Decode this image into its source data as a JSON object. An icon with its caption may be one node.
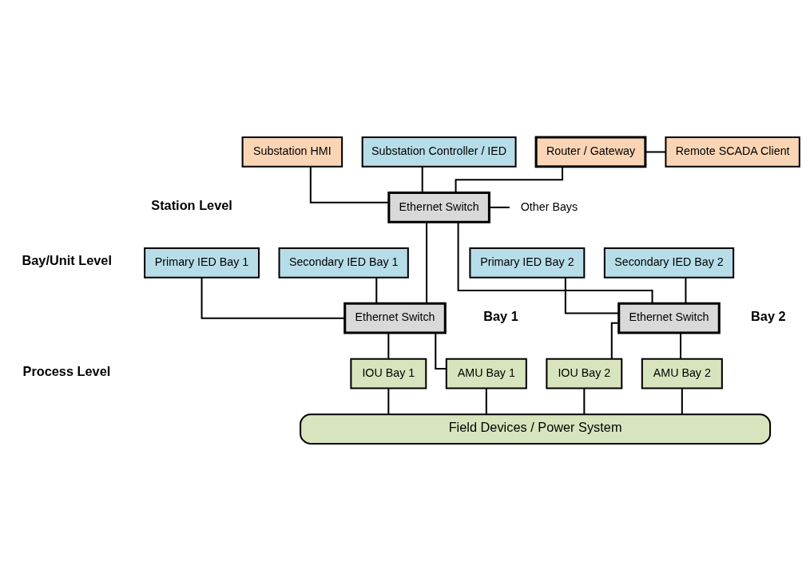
{
  "diagram": {
    "nodes": [
      {
        "text": [
          "Substation HMI"
        ]
      },
      {
        "text": [
          "Substation Controller / IED"
        ]
      },
      {
        "text": [
          "Router / Gateway"
        ]
      },
      {
        "text": [
          "Remote SCADA Client"
        ]
      },
      {
        "text": [
          "Ethernet Switch"
        ]
      },
      {
        "text": [
          "Other Bays"
        ]
      },
      {
        "text": [
          "Primary IED Bay 1"
        ]
      },
      {
        "text": [
          "Secondary IED Bay 1"
        ]
      },
      {
        "text": [
          "Primary IED Bay 2"
        ]
      },
      {
        "text": [
          "Secondary IED Bay 2"
        ]
      },
      {
        "text": [
          "Ethernet Switch"
        ]
      },
      {
        "text": [
          "Ethernet Switch"
        ]
      },
      {
        "text": [
          "IOU Bay 1"
        ]
      },
      {
        "text": [
          "AMU Bay 1"
        ]
      },
      {
        "text": [
          "IOU Bay 2"
        ]
      },
      {
        "text": [
          "AMU Bay 2"
        ]
      },
      {
        "text": [
          "Field Devices / Power System"
        ]
      }
    ],
    "edges": [
      {
        "from": 0,
        "to": 4,
        "arrow": "none"
      },
      {
        "from": 1,
        "to": 4,
        "arrow": "none"
      },
      {
        "from": 2,
        "to": 4,
        "arrow": "none"
      },
      {
        "from": 2,
        "to": 3,
        "arrow": "none"
      },
      {
        "from": 4,
        "to": 5,
        "arrow": "none"
      },
      {
        "from": 4,
        "to": 10,
        "arrow": "none"
      },
      {
        "from": 4,
        "to": 11,
        "arrow": "none"
      },
      {
        "from": 6,
        "to": 10,
        "arrow": "none"
      },
      {
        "from": 7,
        "to": 10,
        "arrow": "none"
      },
      {
        "from": 8,
        "to": 11,
        "arrow": "none"
      },
      {
        "from": 9,
        "to": 11,
        "arrow": "none"
      },
      {
        "from": 10,
        "to": 12,
        "arrow": "none"
      },
      {
        "from": 10,
        "to": 13,
        "arrow": "none"
      },
      {
        "from": 11,
        "to": 14,
        "arrow": "none"
      },
      {
        "from": 11,
        "to": 15,
        "arrow": "none"
      },
      {
        "from": 12,
        "to": 16,
        "arrow": "none"
      },
      {
        "from": 13,
        "to": 16,
        "arrow": "none"
      },
      {
        "from": 14,
        "to": 16,
        "arrow": "none"
      },
      {
        "from": 15,
        "to": 16,
        "arrow": "none"
      }
    ],
    "labels": [
      "Station Level",
      "Bay/Unit Level",
      "Process Level",
      "Bay 1",
      "Bay 2"
    ]
  }
}
